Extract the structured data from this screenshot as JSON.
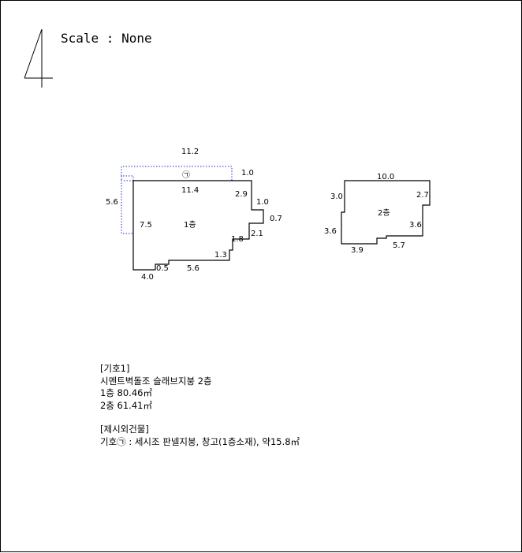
{
  "scale_text": "Scale : None",
  "floor1": {
    "label": "1층",
    "dims": [
      "11.2",
      "1.0",
      "11.4",
      "2.9",
      "1.0",
      "0.7",
      "5.6",
      "7.5",
      "2.1",
      "1.8",
      "1.3",
      "0.5",
      "5.6",
      "4.0"
    ],
    "annex_mark": "㉠"
  },
  "floor2": {
    "label": "2층",
    "dims": [
      "10.0",
      "3.0",
      "2.7",
      "3.6",
      "3.6",
      "3.9",
      "5.7"
    ]
  },
  "notes": {
    "sym1_header": "[기호1]",
    "structure": "시멘트벽돌조 슬래브지붕 2층",
    "area1": "1층 80.46㎡",
    "area2": "2층 61.41㎡",
    "excl_header": "[제시외건물]",
    "excl_item": "기호㉠ : 세시조 판넬지붕, 창고(1층소재), 약15.8㎡"
  }
}
